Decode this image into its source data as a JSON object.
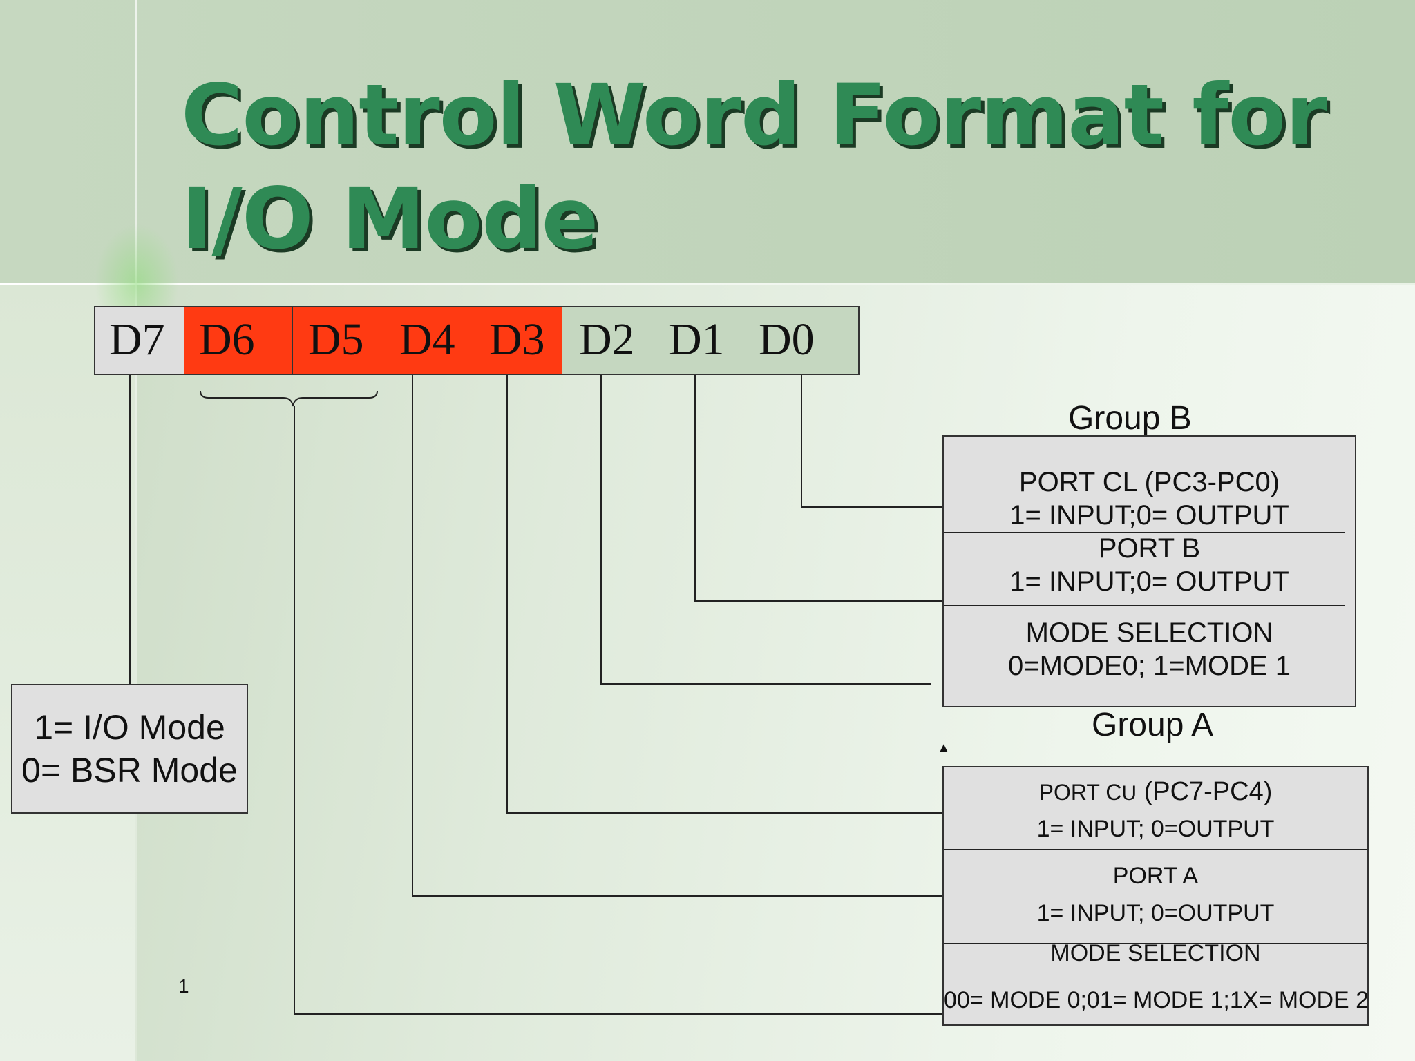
{
  "title": {
    "line1": "Control Word Format for",
    "line2": "I/O Mode"
  },
  "bits": [
    "D7",
    "D6",
    "D5",
    "D4",
    "D3",
    "D2",
    "D1",
    "D0"
  ],
  "colors": {
    "title": "#2f8a55",
    "highlight": "#ff3a12",
    "box": "#e0e0e0",
    "d7_bg": "#dedede"
  },
  "d7_box": {
    "line1": "1= I/O Mode",
    "line2": "0= BSR Mode"
  },
  "group_b": {
    "label": "Group B",
    "port_cl": {
      "name": "PORT CL (PC3-PC0)",
      "desc": "1= INPUT;0= OUTPUT"
    },
    "port_b": {
      "name": "PORT B",
      "desc": "1= INPUT;0= OUTPUT"
    },
    "mode": {
      "name": "MODE SELECTION",
      "desc": "0=MODE0; 1=MODE 1"
    }
  },
  "group_a": {
    "label": "Group A",
    "port_cu": {
      "name_prefix": "PORT C",
      "name_sub": "U",
      "name_suffix": " (PC7-PC4)",
      "desc": "1= INPUT; 0=OUTPUT"
    },
    "port_a": {
      "name": "PORT A",
      "desc": "1= INPUT; 0=OUTPUT"
    },
    "mode": {
      "name": "MODE  SELECTION",
      "desc": "00= MODE 0;01= MODE 1;1X= MODE 2"
    }
  },
  "slide_number": "1",
  "marker_glyph": "▲"
}
